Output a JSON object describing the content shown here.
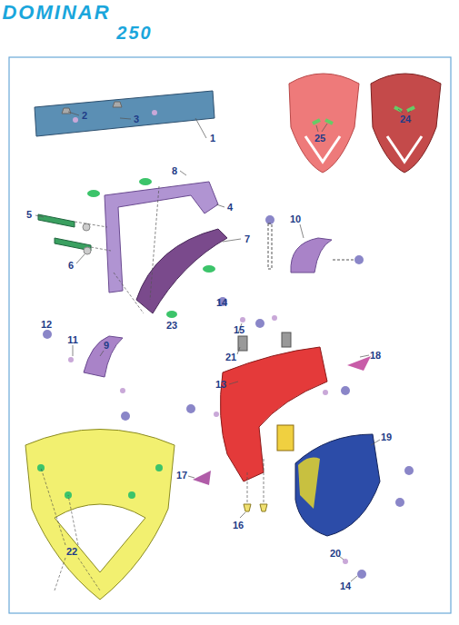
{
  "diagram": {
    "labels": [
      "DOMINAR",
      "250",
      "2",
      "3",
      "1",
      "25",
      "24",
      "8",
      "4",
      "5",
      "7",
      "10",
      "6",
      "14",
      "23",
      "12",
      "11",
      "9",
      "15",
      "21",
      "18",
      "13",
      "19",
      "17",
      "22",
      "16",
      "20",
      "14"
    ]
  }
}
